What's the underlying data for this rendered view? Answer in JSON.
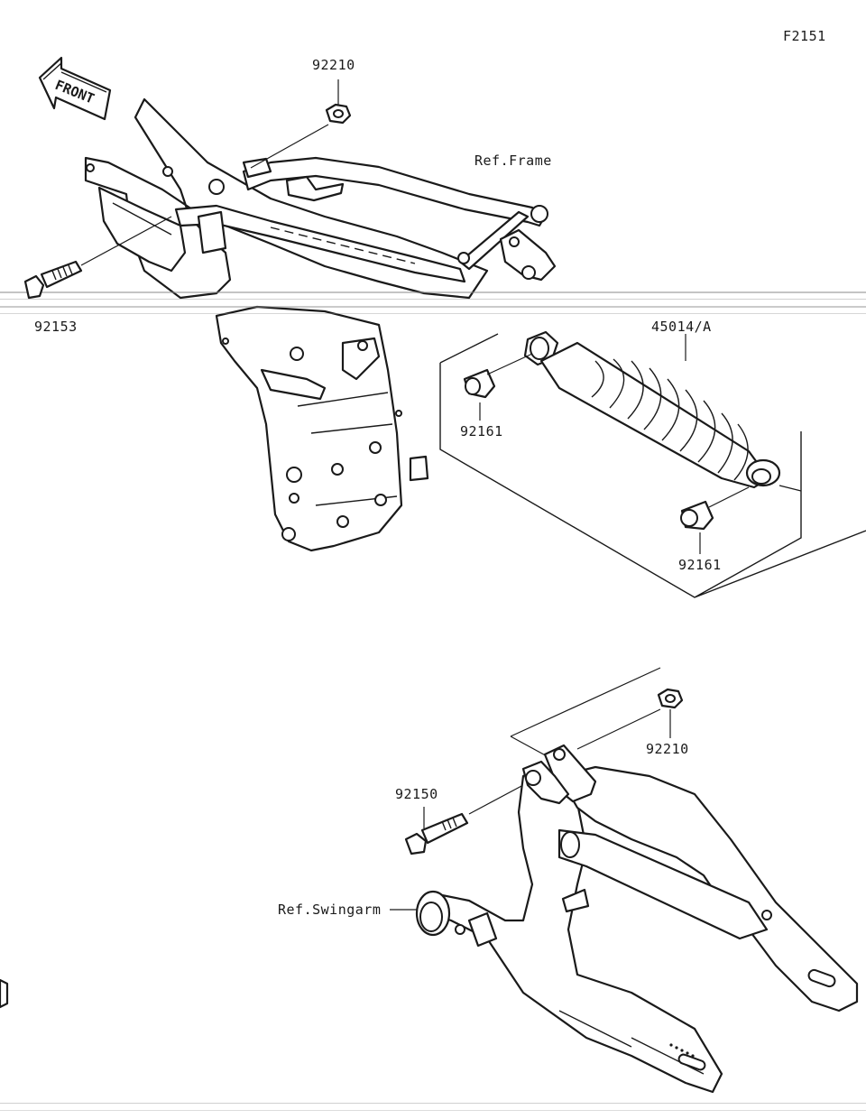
{
  "figure_code": "F2151",
  "front_arrow": {
    "label": "FRONT",
    "icon": "front-arrow-icon"
  },
  "parts": {
    "nut_top": {
      "number": "92210"
    },
    "bolt_frame": {
      "number": "92153"
    },
    "ref_frame": {
      "label": "Ref.Frame"
    },
    "shock_absorber": {
      "number": "45014/A"
    },
    "collar_upper": {
      "number": "92161"
    },
    "collar_lower": {
      "number": "92161"
    },
    "nut_bottom": {
      "number": "92210"
    },
    "bolt_swingarm": {
      "number": "92150"
    },
    "ref_swingarm": {
      "label": "Ref.Swingarm"
    }
  }
}
